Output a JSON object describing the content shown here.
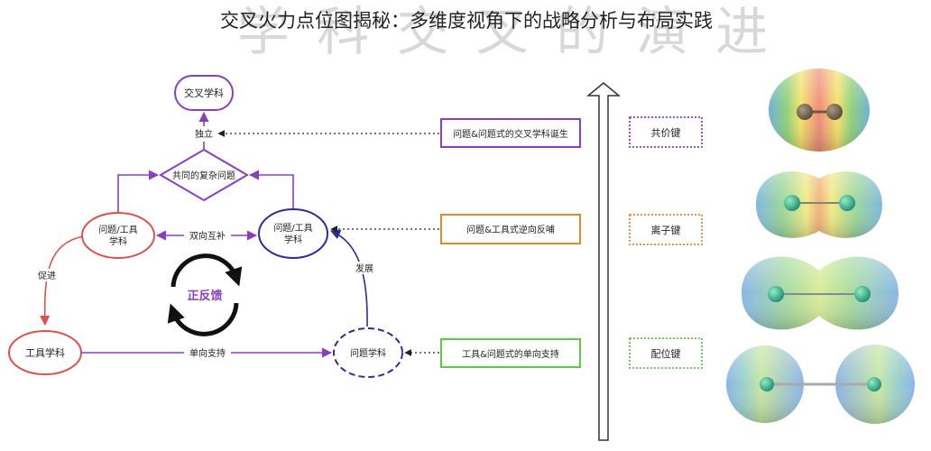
{
  "title": "交叉火力点位图揭秘：多维度视角下的战略分析与布局实践",
  "watermark": "学 科 交 叉 的 演 进",
  "nodes": {
    "cross_subject": "交叉学科",
    "independent": "独立",
    "common_problem": "共同的复杂问题",
    "problem_tool_left_l1": "问题/工具",
    "problem_tool_left_l2": "学科",
    "problem_tool_right_l1": "问题/工具",
    "problem_tool_right_l2": "学科",
    "bidirectional": "双向互补",
    "promote": "促进",
    "develop": "发展",
    "positive_feedback": "正反馈",
    "tool_subject": "工具学科",
    "one_way_support": "单向支持",
    "problem_subject": "问题学科"
  },
  "boxes": {
    "box1": "问题&问题式的交叉学科诞生",
    "box2": "问题&工具式逆向反哺",
    "box3": "工具&问题式的单向支持"
  },
  "bonds": {
    "covalent": "共价键",
    "ionic": "离子键",
    "coordinate": "配位键"
  },
  "colors": {
    "purple": "#8b3fc0",
    "red": "#d9534f",
    "navy": "#2c2c9a",
    "orange": "#e08a2e",
    "green": "#5cc94a",
    "black": "#111111"
  }
}
